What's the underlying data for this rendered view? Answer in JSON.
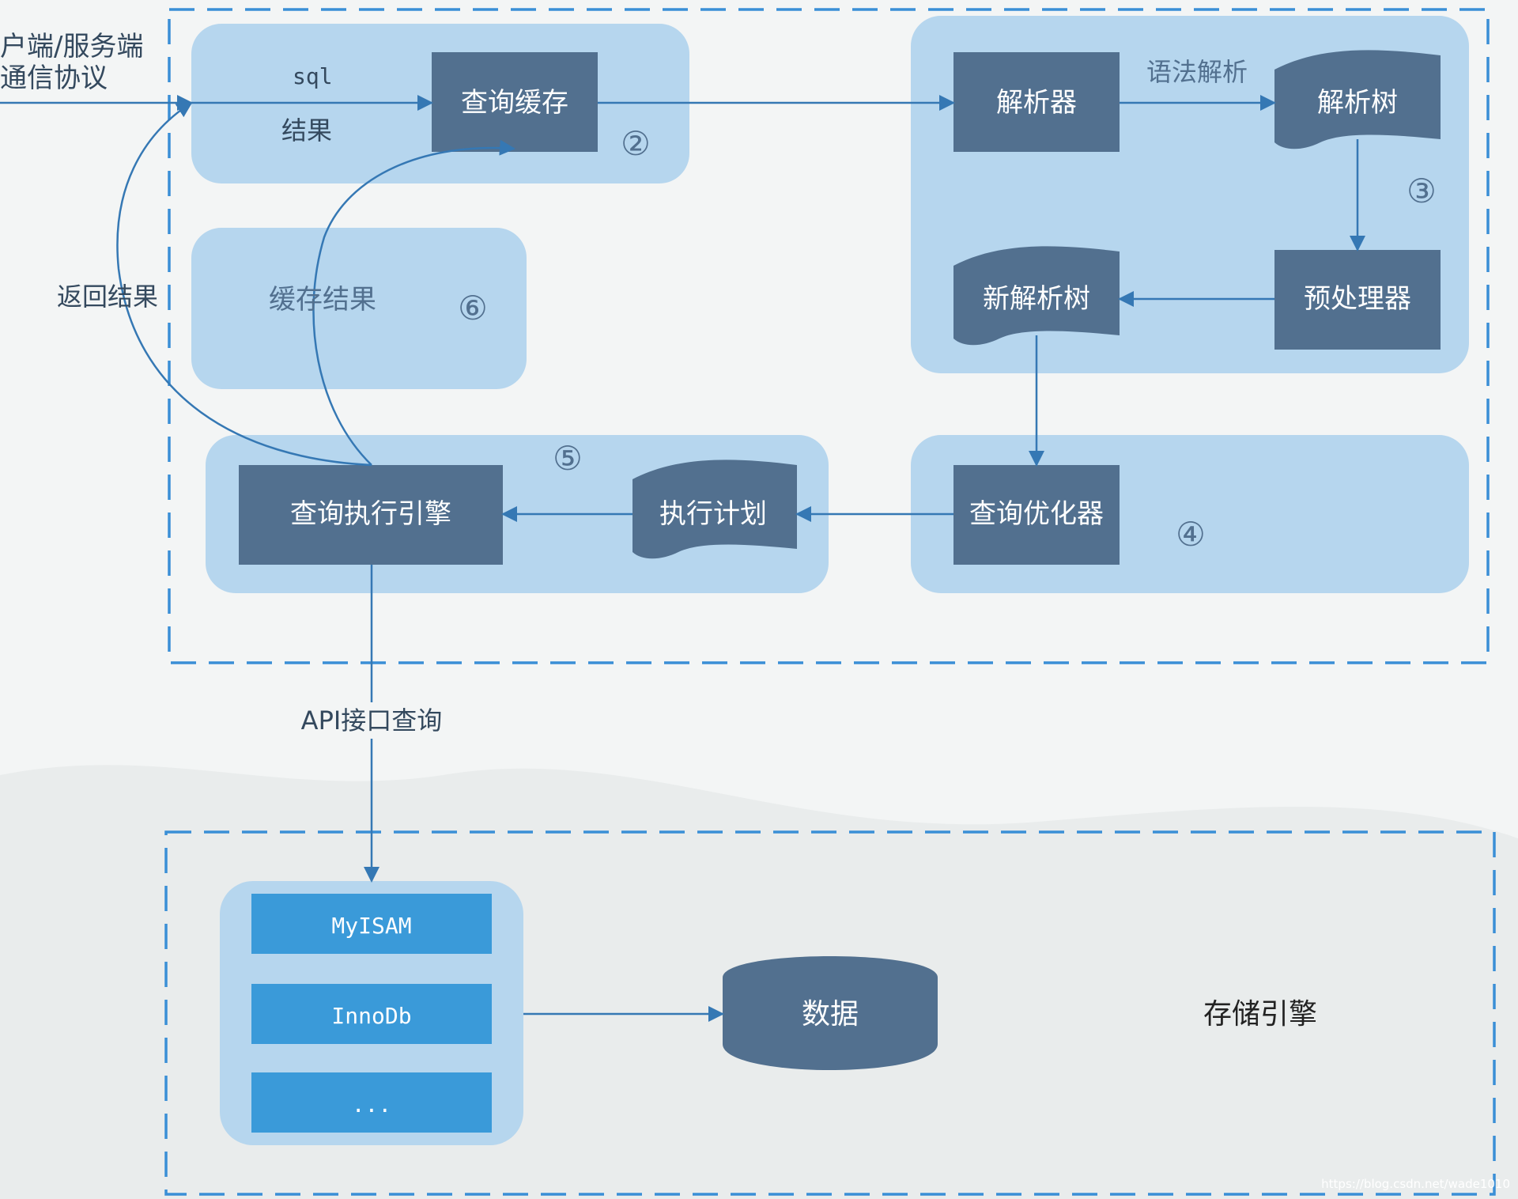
{
  "client": {
    "line1": "户端/服务端",
    "line2": "通信协议",
    "sql": "sql",
    "result": "结果",
    "return_result": "返回结果"
  },
  "cache": {
    "query_cache": "查询缓存",
    "cached_result": "缓存结果"
  },
  "parse": {
    "parser": "解析器",
    "syntax_parse": "语法解析",
    "parse_tree": "解析树",
    "preprocessor": "预处理器",
    "new_parse_tree": "新解析树"
  },
  "optimize": {
    "optimizer": "查询优化器"
  },
  "execute": {
    "plan": "执行计划",
    "engine": "查询执行引擎"
  },
  "api_query": "API接口查询",
  "storage": {
    "engines": [
      "MyISAM",
      "InnoDb",
      "..."
    ],
    "data": "数据",
    "label": "存储引擎"
  },
  "markers": {
    "m2": "②",
    "m3": "③",
    "m4": "④",
    "m5": "⑤",
    "m6": "⑥"
  },
  "watermark": "https://blog.csdn.net/wade1010",
  "colors": {
    "background": "#f3f5f5",
    "group_fill": "#b6d6ee",
    "node_fill": "#52708f",
    "engine_fill": "#3a9ad9",
    "dash": "#3a8fd6",
    "arrow": "#3578b4"
  }
}
